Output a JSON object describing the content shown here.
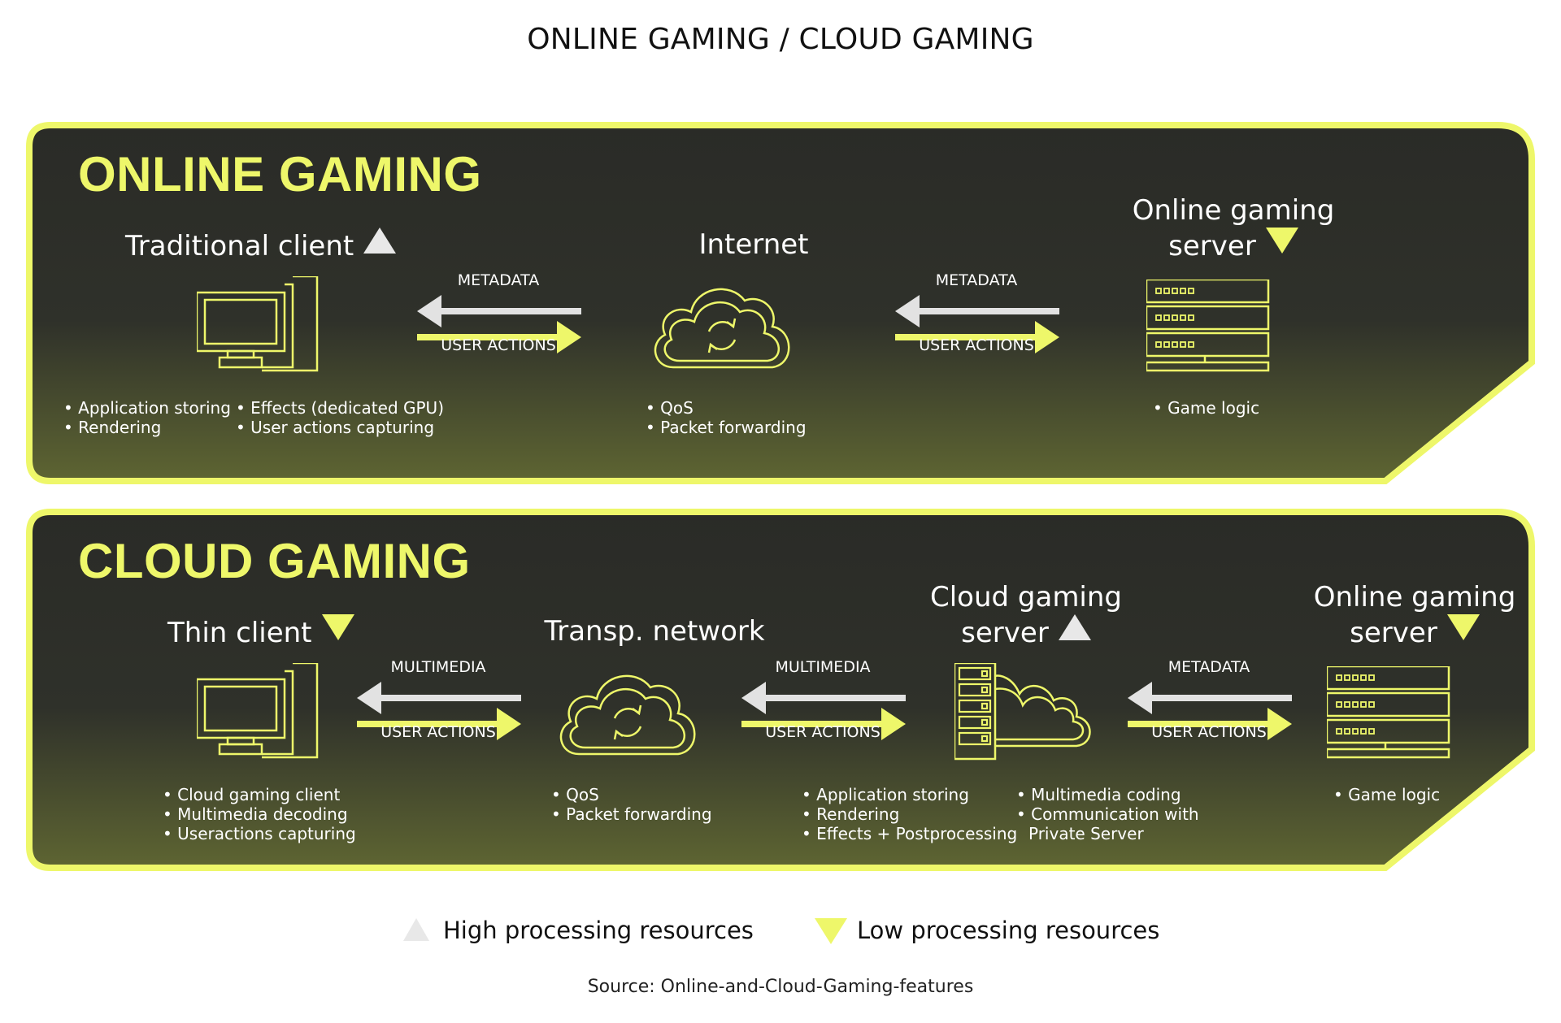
{
  "title": "ONLINE GAMING / CLOUD GAMING",
  "panels": {
    "online": {
      "title": "ONLINE GAMING",
      "nodes": {
        "client": "Traditional client",
        "internet": "Internet",
        "server_line1": "Online gaming",
        "server_line2": "server"
      },
      "arrows": {
        "a1_top": "METADATA",
        "a1_bottom": "USER ACTIONS",
        "a2_top": "METADATA",
        "a2_bottom": "USER ACTIONS"
      },
      "bullets": {
        "client_col1": [
          "Application storing",
          "Rendering"
        ],
        "client_col2": [
          "Effects (dedicated GPU)",
          "User actions capturing"
        ],
        "internet": [
          "QoS",
          "Packet forwarding"
        ],
        "server": [
          "Game logic"
        ]
      }
    },
    "cloud": {
      "title": "CLOUD GAMING",
      "nodes": {
        "client": "Thin client",
        "network": "Transp. network",
        "cloud_server_line1": "Cloud gaming",
        "cloud_server_line2": "server",
        "online_server_line1": "Online gaming",
        "online_server_line2": "server"
      },
      "arrows": {
        "a1_top": "MULTIMEDIA",
        "a1_bottom": "USER ACTIONS",
        "a2_top": "MULTIMEDIA",
        "a2_bottom": "USER ACTIONS",
        "a3_top": "METADATA",
        "a3_bottom": "USER ACTIONS"
      },
      "bullets": {
        "client": [
          "Cloud gaming client",
          "Multimedia decoding",
          "Useractions capturing"
        ],
        "network": [
          "QoS",
          "Packet forwarding"
        ],
        "cloud_server_col1": [
          "Application storing",
          "Rendering",
          "Effects + Postprocessing"
        ],
        "cloud_server_col2": [
          "Multimedia coding",
          "Communication with",
          "Private Server"
        ],
        "online_server": [
          "Game logic"
        ]
      }
    }
  },
  "legend": {
    "high": "High processing resources",
    "low": "Low processing resources"
  },
  "source": "Source: Online-and-Cloud-Gaming-features",
  "colors": {
    "accent": "#eef76a",
    "panel_dark": "#2c2c29",
    "gray_arrow": "#e2e2e2"
  },
  "icons": {
    "up_triangle": "high-processing-triangle-icon",
    "down_triangle": "low-processing-triangle-icon",
    "monitor": "monitor-icon",
    "cloud": "cloud-sync-icon",
    "server": "server-rack-icon",
    "cloud_server": "cloud-server-icon"
  }
}
